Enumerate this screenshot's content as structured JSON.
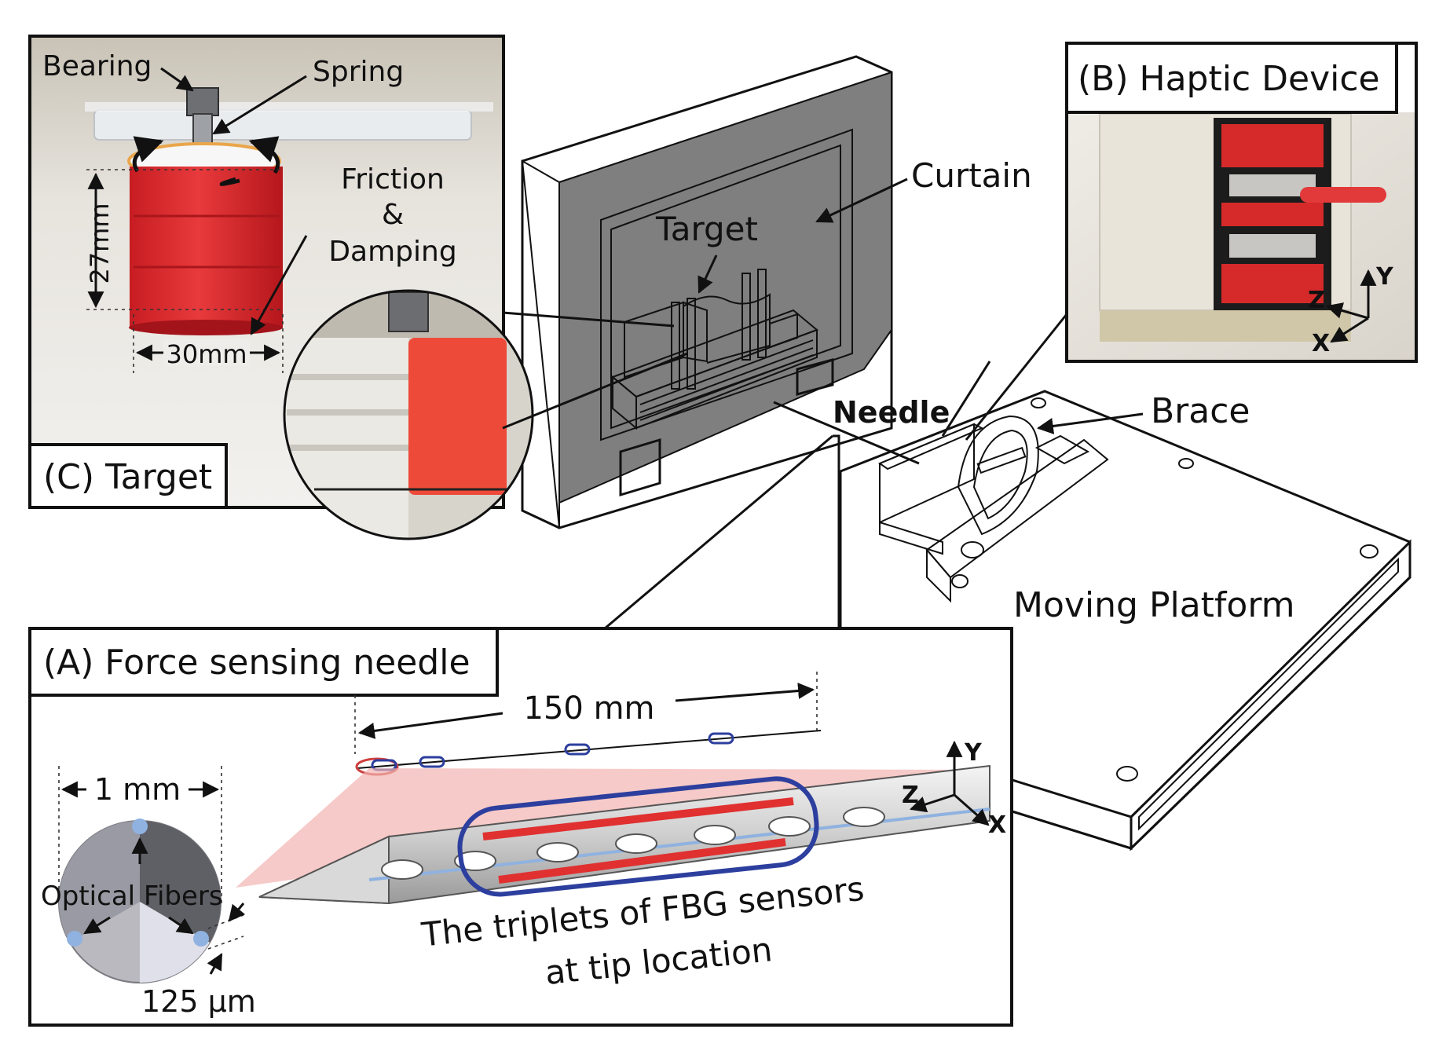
{
  "labels": {
    "bearing": "Bearing",
    "spring": "Spring",
    "friction_line1": "Friction",
    "friction_line2": "&",
    "friction_line3": "Damping",
    "height_dim": "27mm",
    "width_dim": "30mm",
    "curtain": "Curtain",
    "target": "Target",
    "needle": "Needle",
    "brace": "Brace",
    "moving_platform": "Moving Platform",
    "length_dim": "150 mm",
    "diameter_dim": "1 mm",
    "optical_fibers": "Optical Fibers",
    "fiber_dim": "125 µm",
    "fbg_line1": "The triplets of FBG sensors",
    "fbg_line2": "at tip location",
    "axis_x": "X",
    "axis_y": "Y",
    "axis_z": "Z"
  },
  "panels": {
    "a_title": "(A) Force sensing needle",
    "b_title": "(B) Haptic Device",
    "c_title": "(C) Target"
  },
  "colors": {
    "target_red": "#e0262a",
    "curtain_gray": "#7f7f7f",
    "fbg_blue": "#2d3f9e",
    "sensor_red": "#e03030",
    "fiber_blue": "#8fb2e0"
  }
}
